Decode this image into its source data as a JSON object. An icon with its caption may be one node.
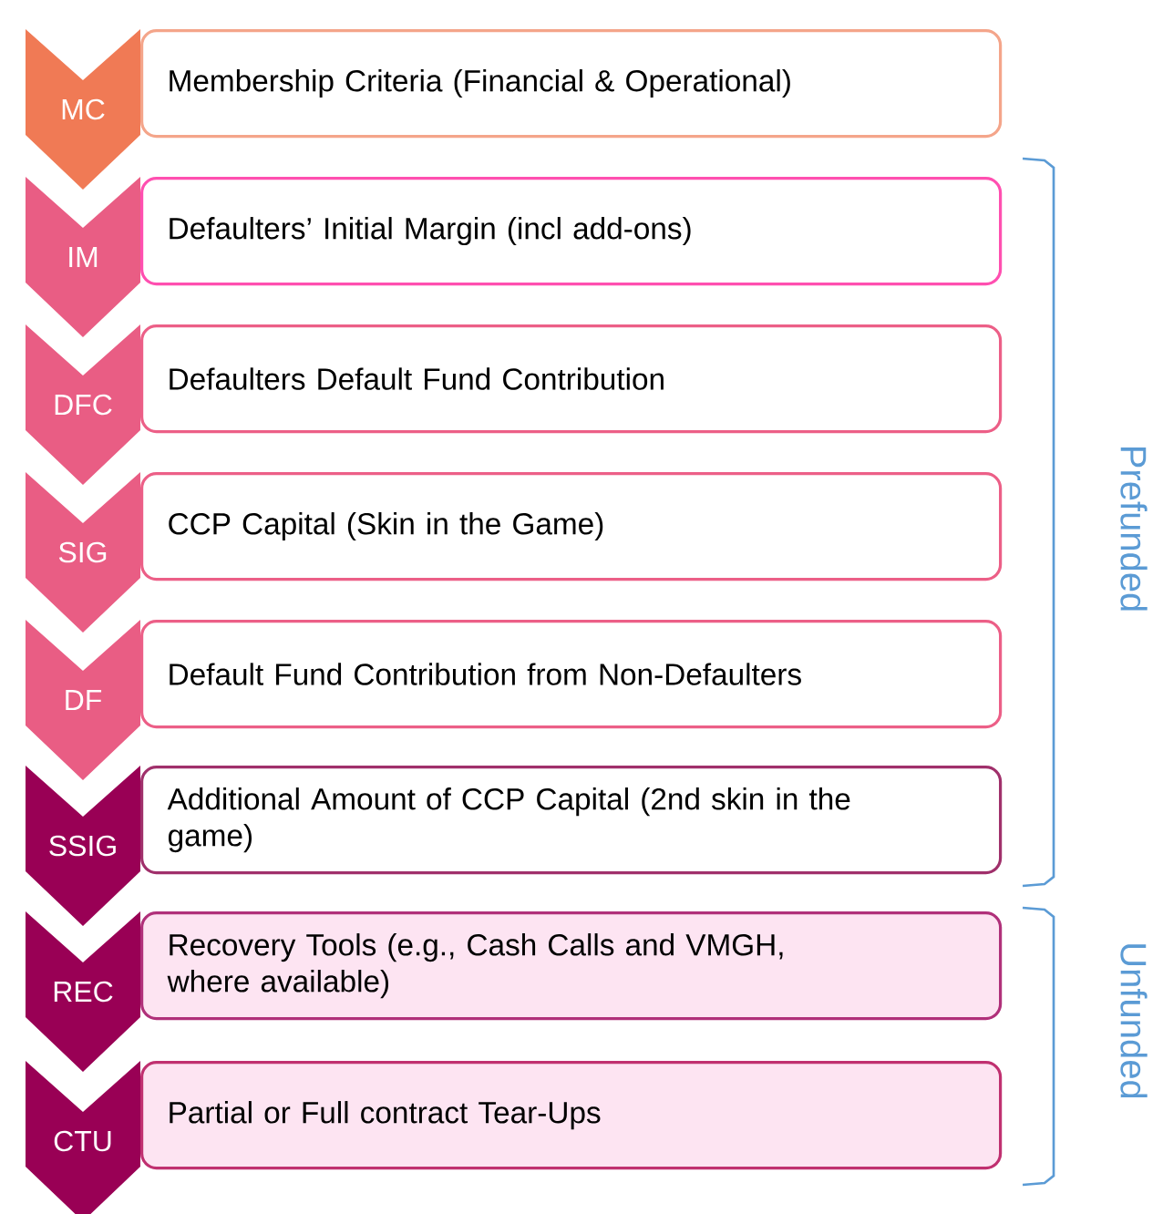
{
  "diagram": {
    "nodes": [
      {
        "text": [
          "MC"
        ]
      },
      {
        "text": [
          "Membership Criteria (Financial & Operational)"
        ]
      },
      {
        "text": [
          "IM"
        ]
      },
      {
        "text": [
          "Defaulters’ Initial Margin (incl add-ons)"
        ]
      },
      {
        "text": [
          "DFC"
        ]
      },
      {
        "text": [
          "Defaulters Default Fund Contribution"
        ]
      },
      {
        "text": [
          "SIG"
        ]
      },
      {
        "text": [
          "CCP Capital (Skin in the Game)"
        ]
      },
      {
        "text": [
          "DF"
        ]
      },
      {
        "text": [
          "Default Fund Contribution from Non-Defaulters"
        ]
      },
      {
        "text": [
          "SSIG"
        ]
      },
      {
        "text": [
          "Additional Amount of CCP Capital (2nd skin in the game)"
        ]
      },
      {
        "text": [
          "REC"
        ]
      },
      {
        "text": [
          "Recovery Tools (e.g., Cash Calls and VMGH, where available)"
        ]
      },
      {
        "text": [
          "CTU"
        ]
      },
      {
        "text": [
          "Partial or Full contract Tear-Ups"
        ]
      }
    ],
    "labels": [
      "Prefunded",
      "Unfunded"
    ]
  }
}
